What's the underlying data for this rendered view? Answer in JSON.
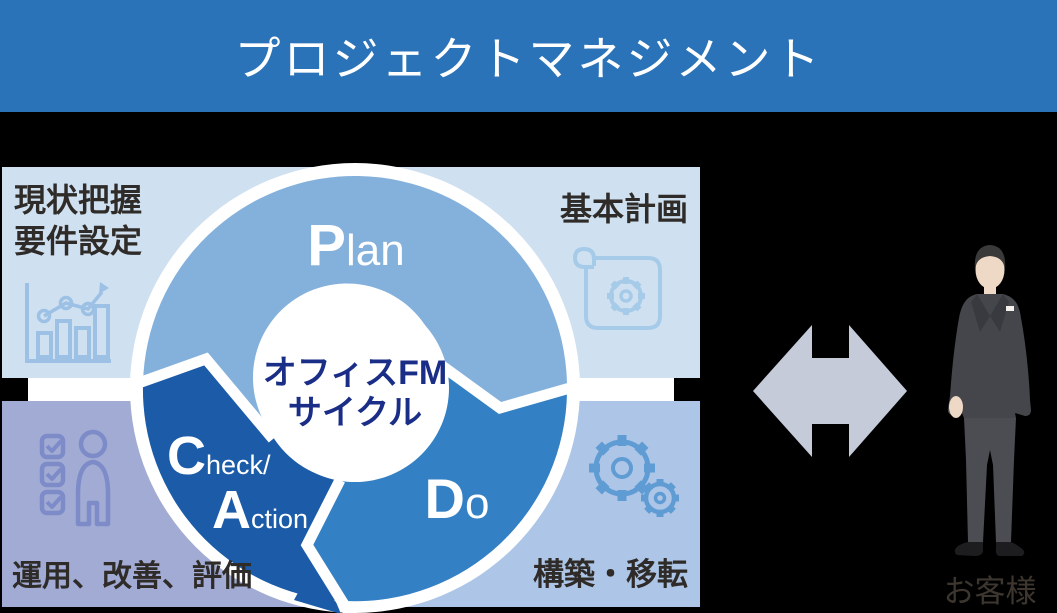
{
  "title_bar": {
    "text": "プロジェクトマネジメント"
  },
  "pdca": {
    "center": {
      "line1": "オフィスFM",
      "line2": "サイクル"
    },
    "plan": {
      "cap": "P",
      "rest": "lan"
    },
    "do": {
      "cap": "D",
      "rest": "o"
    },
    "check": {
      "cap": "C",
      "rest": "heck/"
    },
    "action": {
      "cap": "A",
      "rest": "ction"
    }
  },
  "quadrants": {
    "top_left": {
      "line1": "現状把握",
      "line2": "要件設定",
      "icon": "bar-chart-growth-icon"
    },
    "top_right": {
      "label": "基本計画",
      "icon": "blueprint-gear-icon"
    },
    "bottom_left": {
      "label": "運用、改善、評価",
      "icon": "person-checklist-icon"
    },
    "bottom_right": {
      "label": "構築・移転",
      "icon": "gears-icon"
    }
  },
  "customer": {
    "label": "お客様",
    "figure": "businessman-illustration",
    "link": "double-headed-arrow"
  },
  "colors": {
    "titlebar": "#2b73b9",
    "panel_top": "#cfe0f1",
    "panel_bottom_left": "#a1abd3",
    "panel_bottom_right": "#adc5e6",
    "plan": "#84b1dc",
    "do_seg": "#3380c4",
    "check_action": "#1b5ba7",
    "center_text": "#1b2e87",
    "label_text": "#2e2b28",
    "customer_text": "#3d362f",
    "arrow": "#c5cbd9",
    "icon_chart": "#9dc1e4",
    "icon_blueprint": "#a6cbe9",
    "icon_person": "#7d8cc8",
    "icon_gears": "#5f9cd4",
    "suit": "#45464b",
    "suit_shadow": "#393a3f",
    "pants": "#4c4d52",
    "skin": "#eed9c6",
    "hair": "#3b3a3a",
    "shirt": "#f5f2ee",
    "tie": "#40444b",
    "shoes": "#1d1d20"
  }
}
